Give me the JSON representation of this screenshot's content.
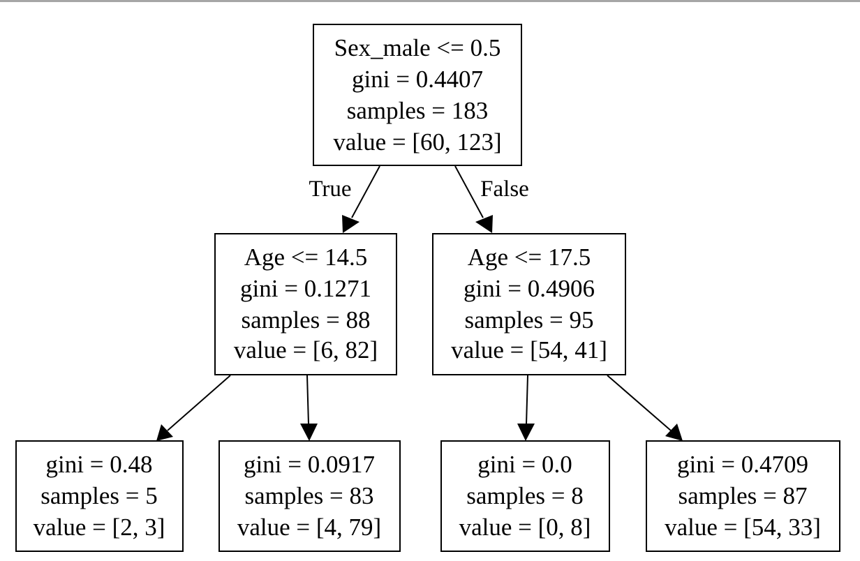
{
  "tree": {
    "nodes": [
      {
        "id": "root",
        "lines": [
          "Sex_male <= 0.5",
          "gini = 0.4407",
          "samples = 183",
          "value = [60, 123]"
        ]
      },
      {
        "id": "left",
        "lines": [
          "Age <= 14.5",
          "gini = 0.1271",
          "samples = 88",
          "value = [6, 82]"
        ]
      },
      {
        "id": "right",
        "lines": [
          "Age <= 17.5",
          "gini = 0.4906",
          "samples = 95",
          "value = [54, 41]"
        ]
      },
      {
        "id": "ll",
        "lines": [
          "gini = 0.48",
          "samples = 5",
          "value = [2, 3]"
        ]
      },
      {
        "id": "lr",
        "lines": [
          "gini = 0.0917",
          "samples = 83",
          "value = [4, 79]"
        ]
      },
      {
        "id": "rl",
        "lines": [
          "gini = 0.0",
          "samples = 8",
          "value = [0, 8]"
        ]
      },
      {
        "id": "rr",
        "lines": [
          "gini = 0.4709",
          "samples = 87",
          "value = [54, 33]"
        ]
      }
    ],
    "edges": [
      {
        "from": "root",
        "to": "left",
        "label": "True"
      },
      {
        "from": "root",
        "to": "right",
        "label": "False"
      },
      {
        "from": "left",
        "to": "ll",
        "label": ""
      },
      {
        "from": "left",
        "to": "lr",
        "label": ""
      },
      {
        "from": "right",
        "to": "rl",
        "label": ""
      },
      {
        "from": "right",
        "to": "rr",
        "label": ""
      }
    ]
  }
}
